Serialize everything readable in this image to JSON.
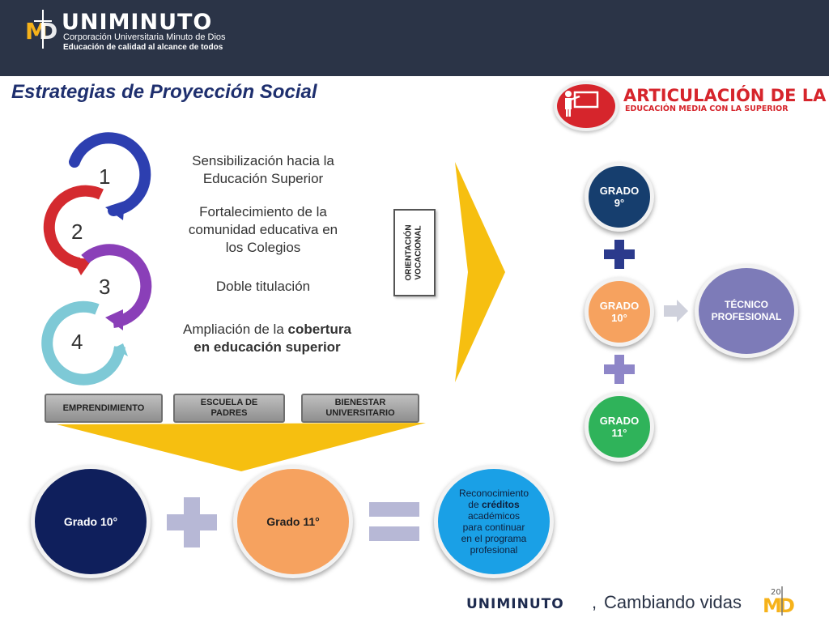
{
  "header": {
    "brand_name": "UNIMINUTO",
    "brand_sub1": "Corporación Universitaria Minuto de Dios",
    "brand_sub2": "Educación de calidad al alcance de todos",
    "logo_letters": "MD"
  },
  "page_title": "Estrategias de Proyección Social",
  "articulacion": {
    "line1": "ARTICULACIÓN DE LA",
    "line2": "EDUCACIÓN MEDIA CON LA SUPERIOR",
    "icon": "teacher-board-icon"
  },
  "steps": [
    {
      "number": "1",
      "color": "#2d3fb0"
    },
    {
      "number": "2",
      "color": "#d42a2f"
    },
    {
      "number": "3",
      "color": "#8a3fb8"
    },
    {
      "number": "4",
      "color": "#7ec9d6"
    }
  ],
  "strategies": {
    "s1_line1": "Sensibilización hacia la",
    "s1_line2": "Educación Superior",
    "s2_line1": "Fortalecimiento de  la",
    "s2_line2": "comunidad educativa en",
    "s2_line3": "los Colegios",
    "s3": "Doble titulación",
    "s4_pre": "Ampliación de la ",
    "s4_bold1": "cobertura",
    "s4_bold2": "en educación superior"
  },
  "buttons": {
    "emprendimiento": "EMPRENDIMIENTO",
    "escuela_line1": "ESCUELA  DE",
    "escuela_line2": "PADRES",
    "bienestar_line1": "BIENESTAR",
    "bienestar_line2": "UNIVERSITARIO"
  },
  "orientacion": {
    "line1": "ORIENTACIÓN",
    "line2": "VOCACIONAL"
  },
  "grados_right": {
    "g9_line1": "GRADO",
    "g9_line2": "9°",
    "g10_line1": "GRADO",
    "g10_line2": "10°",
    "g11_line1": "GRADO",
    "g11_line2": "11°",
    "tecnico_line1": "TÉCNICO",
    "tecnico_line2": "PROFESIONAL"
  },
  "bottom": {
    "grado10": "Grado 10°",
    "grado11": "Grado 11°",
    "reco_line1": "Reconocimiento",
    "reco_line2_pre": "de ",
    "reco_line2_bold": "créditos",
    "reco_line3": "académicos",
    "reco_line4": "para continuar",
    "reco_line5": "en el programa",
    "reco_line6": "profesional"
  },
  "footer": {
    "brand": "UNIMINUTO",
    "comma": ",",
    "tagline": "Cambiando vidas",
    "logo_letters": "MD",
    "logo_anniv": "20"
  },
  "colors": {
    "header_bg": "#2b3447",
    "title_blue": "#1e2f6e",
    "red": "#d6252c",
    "arrow_yellow": "#f6bf10",
    "navy": "#0f1f5c",
    "orange": "#f6a25f",
    "green": "#2fb35a",
    "lavender": "#7d7bb8",
    "plus_navy": "#2b3a8c",
    "plus_lavender": "#8e86c8",
    "equals_gray": "#b7b8d6",
    "cyan": "#1aa0e6"
  }
}
